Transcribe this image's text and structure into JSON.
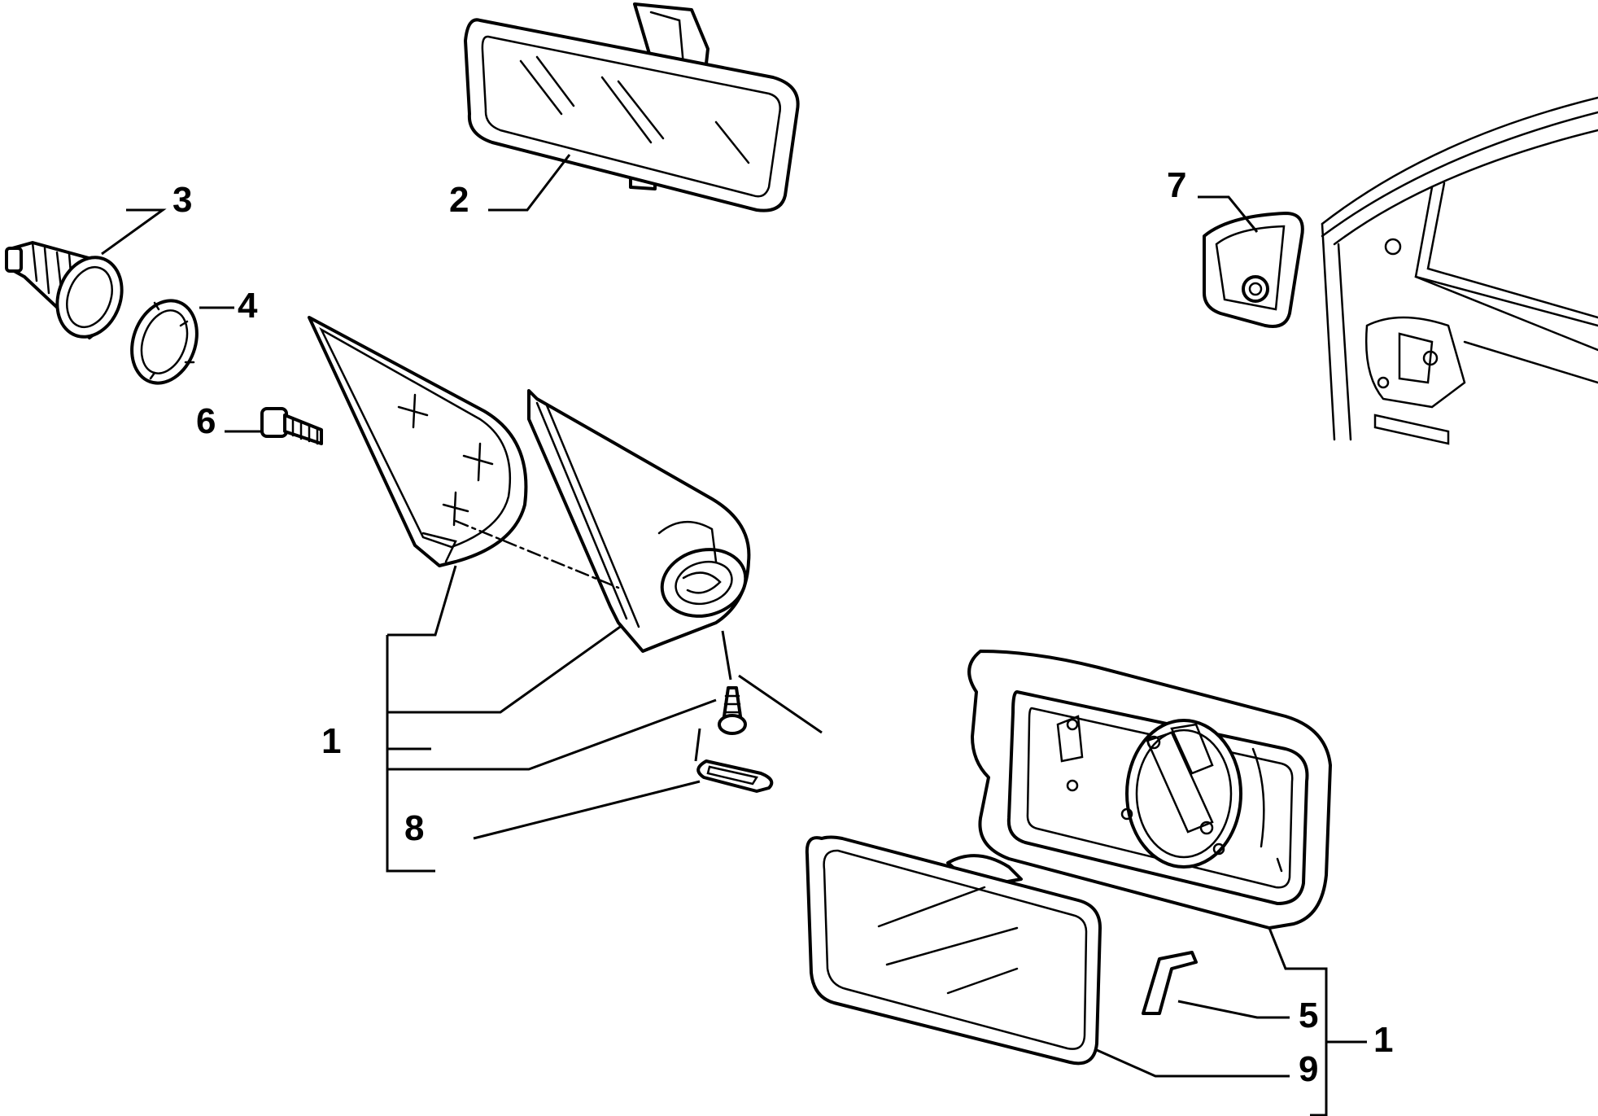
{
  "callouts": {
    "c1a": "1",
    "c1b": "1",
    "c2": "2",
    "c3": "3",
    "c4": "4",
    "c5": "5",
    "c6": "6",
    "c7": "7",
    "c8": "8",
    "c9": "9"
  }
}
